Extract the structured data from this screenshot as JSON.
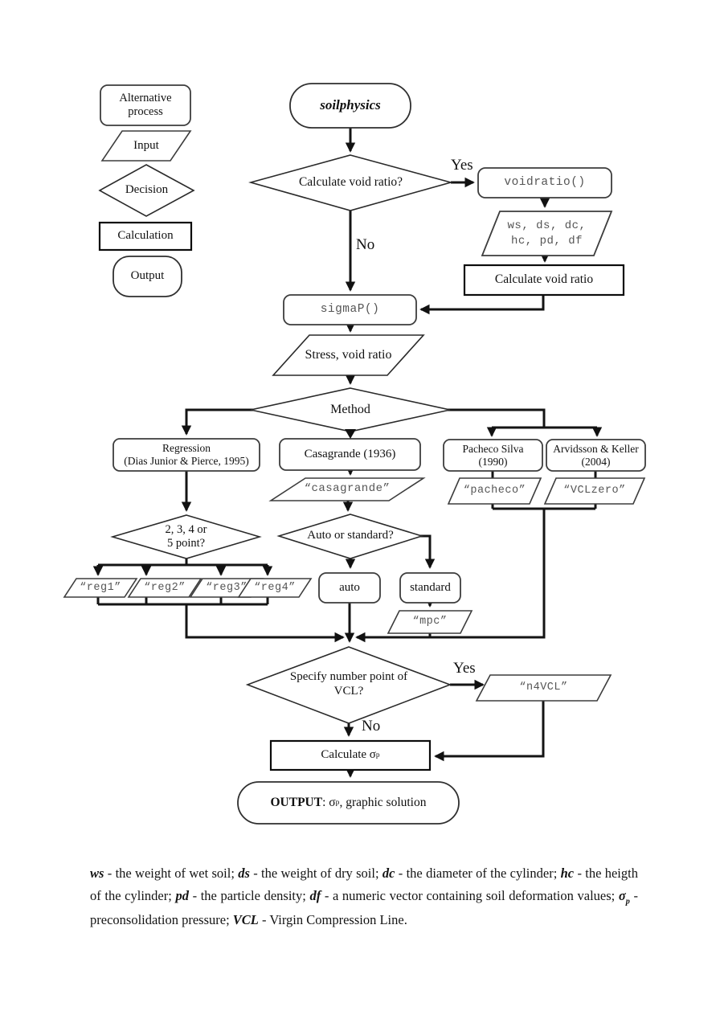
{
  "legend": {
    "alternative_process": "Alternative process",
    "input": "Input",
    "decision": "Decision",
    "calculation": "Calculation",
    "output": "Output"
  },
  "flow": {
    "start": "soilphysics",
    "void_decision": "Calculate void ratio?",
    "yes_void": "Yes",
    "no_void": "No",
    "voidratio_fn": "voidratio()",
    "void_args_line1": "ws, ds, dc,",
    "void_args_line2": "hc, pd, df",
    "calc_void": "Calculate void ratio",
    "sigmap_fn": "sigmaP()",
    "stress_input": "Stress, void ratio",
    "method_decision": "Method",
    "regression_line1": "Regression",
    "regression_line2": "(Dias Junior & Pierce, 1995)",
    "casagrande": "Casagrande (1936)",
    "pacheco_line1": "Pacheco Silva",
    "pacheco_line2": "(1990)",
    "arvidsson_line1": "Arvidsson & Keller",
    "arvidsson_line2": "(2004)",
    "casagrande_arg": "“casagrande”",
    "pacheco_arg": "“pacheco”",
    "vclzero_arg": "“VCLzero”",
    "points_decision_line1": "2, 3, 4 or",
    "points_decision_line2": "5 point?",
    "reg1": "“reg1”",
    "reg2": "“reg2”",
    "reg3": "“reg3”",
    "reg4": "“reg4”",
    "auto_decision": "Auto or standard?",
    "auto": "auto",
    "standard": "standard",
    "mpc_arg": "“mpc”",
    "vcl_decision_line1": "Specify number point of",
    "vcl_decision_line2": "VCL?",
    "yes_vcl": "Yes",
    "no_vcl": "No",
    "n4vcl_arg": "“n4VCL”",
    "calc_sigma_prefix": "Calculate σ",
    "calc_sigma_sub": "p",
    "output_bold": "OUTPUT",
    "output_mid": ": σ",
    "output_sub": "p",
    "output_rest": ", graphic solution"
  },
  "caption": {
    "segments": [
      "ws",
      " - the weight of wet soil; ",
      "ds",
      " - the weight of dry soil; ",
      "dc",
      " - the diameter of the cylinder; ",
      "hc",
      " - the heigth of the cylinder; ",
      "pd",
      " - the particle density; ",
      "df",
      " - a numeric vector containing soil deformation values; ",
      "σ",
      "p",
      " - preconsolidation pressure; ",
      "VCL",
      " - Virgin Compression Line."
    ]
  }
}
